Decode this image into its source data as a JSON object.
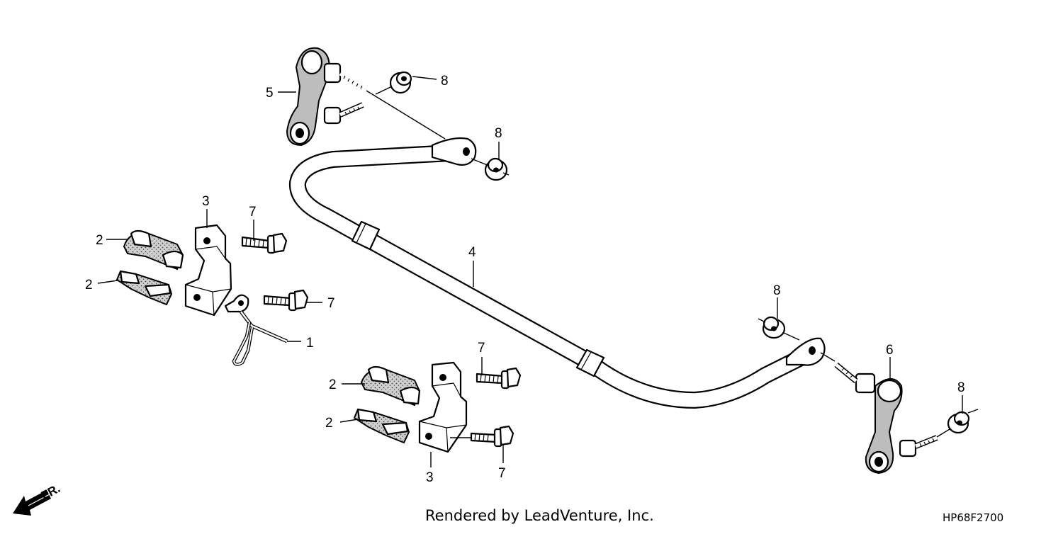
{
  "callouts": {
    "c1": "1",
    "c2a": "2",
    "c2b": "2",
    "c2c": "2",
    "c2d": "2",
    "c3a": "3",
    "c3b": "3",
    "c4": "4",
    "c5": "5",
    "c6": "6",
    "c7a": "7",
    "c7b": "7",
    "c7c": "7",
    "c7d": "7",
    "c8a": "8",
    "c8b": "8",
    "c8c": "8",
    "c8d": "8"
  },
  "direction_label": "FR.",
  "footer": {
    "credit": "Rendered by LeadVenture, Inc.",
    "code": "HP68F2700"
  },
  "icons": {
    "direction": "front-arrow-icon"
  }
}
